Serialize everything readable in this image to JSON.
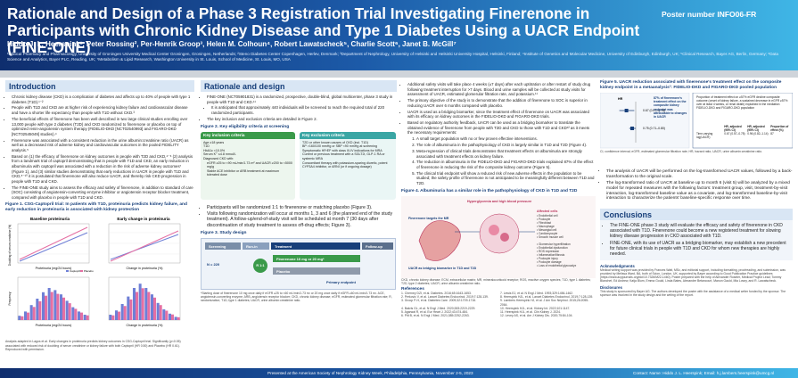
{
  "header": {
    "title": "Rationale and Design of a Phase 3 Registration Trial Investigating Finerenone in Participants with Chronic Kidney Disease and Type 1 Diabetes Using a UACR Endpoint (FINE-ONE)",
    "poster_number": "Poster number INFO06-FR",
    "authors": "Hiddo J. L. Heerspink¹, Peter Rossing², Per-Henrik Groop³, Helen M. Colhoun⁴, Robert Lawatscheck⁵, Charlie Scott⁶, Janet B. McGill⁷",
    "affiliations": "¹Clinical Pharmacy and Pharmacology, University of Groningen University Medical Center Groningen, Groningen, Netherlands; ²Steno Diabetes Center Copenhagen, Herlev, Denmark; ³Department of Nephrology, University of Helsinki and Helsinki University Hospital, Helsinki, Finland; ⁴Institute of Genetics and Molecular Medicine, University of Edinburgh, Edinburgh, UK; ⁵Clinical Research, Bayer AG, Berlin, Germany; ⁶Data Science and Analytics, Bayer PLC, Reading, UK; ⁷Metabolism & Lipid Research, Washington University in St. Louis, School of Medicine, St. Louis, MO, USA"
  },
  "intro": {
    "heading": "Introduction",
    "bullets": [
      "Chronic kidney disease (CKD) is a complication of diabetes and affects up to 40% of people with type 1 diabetes (T1D).¹⁻²",
      "People with T1D and CKD are at higher risk of experiencing kidney failure and cardiovascular disease and have a shorter life expectancy than people with T1D without CKD.³",
      "The beneficial effects of finerenone has been well described in two large clinical studies enrolling over 13,000 people with type 2 diabetes (T2D) and CKD randomized to finerenone or placebo on top of optimized renin-angiotensin system therapy (FIDELIO-DKD [NCT02540993] and FIGARO-DKD [NCT02545049] studies).⁴",
      "Finerenone was associated with a consistent reduction in the urine albumin:creatinine ratio (UACR) as well as a decreased risk of adverse kidney and cardiovascular outcomes in the pooled FIDELITY analysis.⁵",
      "Based on (1) the efficacy of finerenone on kidney outcomes in people with T2D and CKD,⁴⁻⁶ (2) analysis from a landmark trial of captopril demonstrating that in people with T1D and CKD, an early reduction in albuminuria with captopril was associated with a reduction in the risk of adverse kidney outcomes⁷ (Figure 1), and (3) similar studies demonstrating that early reductions in UACR in people with T1D and CKD,⁸⁻¹⁰ it is postulated that finerenone will also reduce UACR, and thereby risk CKD progression in people with T1D and CKD.",
      "The FINE-ONE study aims to assess the efficacy and safety of finerenone, in addition to standard of care (SOC) consisting of angiotensin-converting enzyme inhibitor or angiotensin receptor blocker treatment, compared with placebo in people with T1D and CKD."
    ],
    "figure1_caption": "Figure 1. CSG-Captopril trial: In patients with T1D, proteinuria predicts kidney failure, and early reduction in proteinuria is associated with kidney protection",
    "footnote": "Analysis adapted in Lagos et al. Early changes in proteinuria predicts kidney outcomes in CSG-Captopril trial. Significantly (p<0.05) associated with reduced risk of doubling of serum creatinine or kidney failure with both Captopril (HR 0.50) and Placebo (HR 0.61). Reproduced with permission."
  },
  "fig1_panels": [
    {
      "title": "Baseline proteinuria",
      "xlabel": "Proteinuria (mg/24 hours)",
      "ylabel": "Doubling of serum creatinine (%)"
    },
    {
      "title": "Early change in proteinuria",
      "xlabel": "Change in proteinuria (%)",
      "ylabel": ""
    },
    {
      "title": "",
      "xlabel": "Proteinuria (mg/24 hours)",
      "ylabel": "Frequency"
    },
    {
      "title": "",
      "xlabel": "Change in proteinuria (%)",
      "ylabel": ""
    }
  ],
  "legend": {
    "captopril": "Captopril",
    "placebo": "Placebo"
  },
  "colors": {
    "captopril": "#6e7fd6",
    "placebo": "#e56fa3",
    "navy": "#173f7a",
    "green": "#3a9a4a",
    "teal": "#3aa6a4"
  },
  "rationale": {
    "heading": "Rationale and design",
    "bullets": [
      "FINE-ONE (NCT05901831) is a randomized, prospective, double-blind, global multicenter, phase 3 study in people with T1D and CKD.¹¹",
      "It is anticipated that approximately 440 individuals will be screened to reach the required total of 220 randomized participants.",
      "The key inclusion and exclusion criteria are detailed in Figure 2."
    ],
    "figure2_caption": "Figure 2. Key eligibility criteria at screening",
    "inclusion_title": "Key inclusion criteria",
    "inclusion_items": [
      "Age ≥18 years",
      "T1D",
      "HbA1c <10.0%",
      "Serum K⁺ ≤4.8 mmol/L",
      "Diagnosed CKD with:",
      "eGFR ≥25 to <90 mL/min/1.73 m² and UACR ≥200 to <5000 mg/g",
      "Stable ACE inhibitor or ARB treatment at maximum tolerated dose"
    ],
    "exclusion_title": "Key exclusion criteria",
    "exclusion_items": [
      "T2D or other known causes of CKD (incl. T1D)",
      "BP >160/100 mmHg or SBP <90 mmHg at screening",
      "Symptomatic HFrEF with class III-IV indications for MRA",
      "Current or previous treatment with a SGLT2i, GLP-1 RA or systemic MRA",
      "Concomitant therapy with potassium-sparing diuretic, potent CYP3A4 inhibitor, or ARNI (or if ongoing dosage)"
    ],
    "after_fig2": [
      "Participants will be randomized 1:1 to finerenone or matching placebo (Figure 3).",
      "Visits following randomization will occur at months 1, 3 and 6 (the planned end of the study treatment). A follow-up/end-of-study visit will be scheduled at month 7 (30 days after discontinuation of study treatment to assess off-drug effects; Figure 3)."
    ],
    "figure3_caption": "Figure 3. Study design",
    "design_labels": {
      "randomization": "R 1:1",
      "finerenone": "Finerenone 10 mg or 20 mg*",
      "placebo": "Placebo",
      "screening": "Screening",
      "run_in": "Run-in",
      "treatment": "Treatment",
      "followup": "Follow-up",
      "primary": "Primary endpoint",
      "n": "N = 220"
    },
    "design_footnote": "*Starting dose of finerenone 10 mg once daily if eGFR ≥25 to <60 mL/min/1.73 m² or 20 mg once daily if eGFR ≥60 mL/min/1.73 m². ACE, angiotensin-converting enzyme; ARB, angiotensin receptor blocker; CKD, chronic kidney disease; eGFR, estimated glomerular filtration rate; R, randomization; T1D, type 1 diabetes; UACR, urine albumin:creatinine ratio."
  },
  "col3": {
    "bullets": [
      "Additional safety visits will take place 4 weeks (±7 days) after each uptitration or after restart of study drug following treatment interruption for >7 days. Blood and urine samples will be collected at study visits for assessment of UACR, estimated glomerular filtration rate, and potassium.¹¹",
      "The primary objective of the study is to demonstrate that the addition of finerenone to SOC is superior in reducing UACR over 6 months compared with placebo.",
      "UACR is used as a bridging biomarker, since the treatment effect of finerenone on UACR was associated with its efficacy on kidney outcomes in the FIDELIO-DKD and FIGARO-DKD trials.",
      "Based on regulatory authority feedback, UACR can be used as a bridging biomarker to translate the obtained evidence of finerenone from people with T2D and CKD to those with T1D and CKD¹² as it meets the necessary requirements:",
      "A small target population with no or few proven effective interventions.",
      "The role of albuminuria in the pathophysiology of CKD is largely similar in T1D and T2D (Figure 4).",
      "Meta-regression of clinical trials demonstrates that treatment effects on albuminuria are strongly associated with treatment effects on kidney failure.",
      "The reduction in albuminuria in the FIDELIO-DKD and FIGARO-DKD trials explained 87% of the effect of finerenone in reducing the risk of the composite kidney outcome (Figure 5).",
      "The clinical trial endpoint will show a reduced risk of new adverse effects in the population to be studied; the safety profile of finerenone is not anticipated to be meaningfully different between T1D and T2D."
    ],
    "figure4_caption": "Figure 4. Albuminuria has a similar role in the pathophysiology of CKD in T1D and T2D",
    "fig4_labels": {
      "hyperglycemia": "Hyperglycemia and high blood pressure",
      "finerenone_target": "Finerenone targets the MR",
      "uacr": "UACR as bridging biomarker in T1D and T2D",
      "organs": "Affected cells",
      "organ_list": "• Endothelial cell\n• Podocyte\n• Fibroblast\n• Macrophage\n• Mesangial cell\n• Cardiomyocyte\n• Smooth muscle cell",
      "mechanisms": "• Glomerular hyperfiltration\n• Endothelial dysfunction\n• ROS expression\n• Inflammation/fibrosis\n• Podocyte injury\n• Podocyte damage\n• Loss of endothelial glycocalyx"
    },
    "fig4_footnote": "CKD, chronic kidney disease; ECM, extracellular matrix; MR, mineralocorticoid receptor; ROS, reactive oxygen species; T1D, type 1 diabetes; T2D, type 2 diabetes; UACR, urine albumin:creatinine ratio.",
    "references_title": "References",
    "references": [
      "1. Cherney DZI, et al. Diabetes. 2016;65:1643-1653.",
      "2. Perkovic V, et al. Lancet Diabetes Endocrinol. 2019;7:128-139.",
      "3. Groop P-H, et al. Diabetes Care. 2009;32:1709-1716.",
      "4. Bakris GL, et al. N Engl J Med. 2020;383:2219-2229.",
      "5. Agarwal R, et al. Eur Heart J. 2022;43:474-484.",
      "6. Pitt B, et al. N Engl J Med. 2021;385:2252-2263.",
      "7. Lewis EJ, et al. N Engl J Med. 1993;329:1456-1462.",
      "8. Heerspink HJL, et al. Lancet Diabetes Endocrinol. 2019;7:128-139.",
      "9. Lambers Heerspink HJ, et al. J Am Soc Nephrol. 2015;26:2055-2064.",
      "10. Heerspink HJL, et al. Kidney Int. 2022;101:1147.",
      "11. Heerspink HJL, et al. Clin Kidney J. 2024.",
      "12. Levey AS, et al. Am J Kidney Dis. 2020;75:84-104."
    ]
  },
  "col4": {
    "figure5_caption": "Figure 5. UACR reduction associated with finerenone's treatment effect on the composite kidney endpoint in a metaanalysis²: FIDELIO-DKD and FIGARO-DKD pooled population",
    "fig5_hr_label": "HR",
    "fig5_row1": "0.67 (0.57–0.78)",
    "fig5_row2": "0.75 (0.71–0.80)",
    "fig5_row1_value": 0.67,
    "fig5_row2_value": 0.75,
    "fig5_note": "87% of finerenone's treatment effect on the composite kidney endpoint was attributable to changes in UACR",
    "fig5_box": "Proportion of treatment effect on ≥57% eGFR decline composite outcome (onset of kidney failure, a sustained decrease in eGFR ≥57% over at least 4 weeks, or renal death) explained in the mediation FIDELIO-DKD and FIGARO-DKD population",
    "fig5_table_headers": [
      "",
      "HR, adjusted (95% CI)",
      "HR, adjusted (95% CI)",
      "Proportion of effect (%)"
    ],
    "fig5_table_row": [
      "Time-varying log(UACR)",
      "0.67 (0.57–0.78)",
      "0.96 (0.82–1.14)",
      "87"
    ],
    "fig5_footnote": "CI, confidence interval; eGFR, estimated glomerular filtration rate; HR, hazard ratio; UACR, urine albumin:creatinine ratio.",
    "bullets": [
      "The analysis of UACR will be performed on the log-transformed UACR values, followed by a back-transformation to the original scale.",
      "The log-transformed ratio of UACR at baseline up to month 6 (visit 5) will be analyzed by a mixed model for repeated measures with the following factors: treatment group, visit, treatment-by-visit interaction, log-transformed baseline value as a covariate, and log-transformed baseline-by-visit interaction to characterize the patients' baseline-specific response over time."
    ],
    "conclusions_heading": "Conclusions",
    "conclusions": [
      "The FINE-ONE phase 3 study will evaluate the efficacy and safety of finerenone in CKD associated with T1D. Finerenone could become a new registered treatment for slowing kidney disease progression in CKD associated with T1D.",
      "FINE-ONE, with its use of UACR as a bridging biomarker, may establish a new precedent for future clinical trials in people with T1D and CKD for whom new therapies are highly needed."
    ],
    "ack_title": "Acknowledgments",
    "ack_text": "Medical writing support was provided by Frances Watt, MSc, and editorial support, including formatting, proofreading, and submission, was provided by Melissa Ward, BA, both of Scion, London, UK, supported by Bayer according to Good Publication Practice guidelines (https://www.acpjournals.org/doi/10.7326/M22-1460). Poster prepared with the help of Alexander Roseler, Medical Project Lead; Tommy Blanchet, Ed Andrew, Katja Blum, Emma Gould, Linda Bates, Alexandre Betancourt, Manon Gauld, Mia Lowry, and R. Lawatscheck.",
    "disclosures_title": "Disclosures",
    "disclosures_text": "This study is sponsored by Bayer AG. The authors developed the poster with the assistance of a medical writer funded by the sponsor. The sponsor was involved in the study design and the writing of the report."
  },
  "footer": {
    "center": "Presented at the American Society of Nephrology Kidney Week, Philadelphia, Pennsylvania, November 2-5, 2023",
    "right": "Contact: Name: Hiddo J. L. Heerspink; Email: h.j.lambers.heerspink@umcg.nl"
  }
}
